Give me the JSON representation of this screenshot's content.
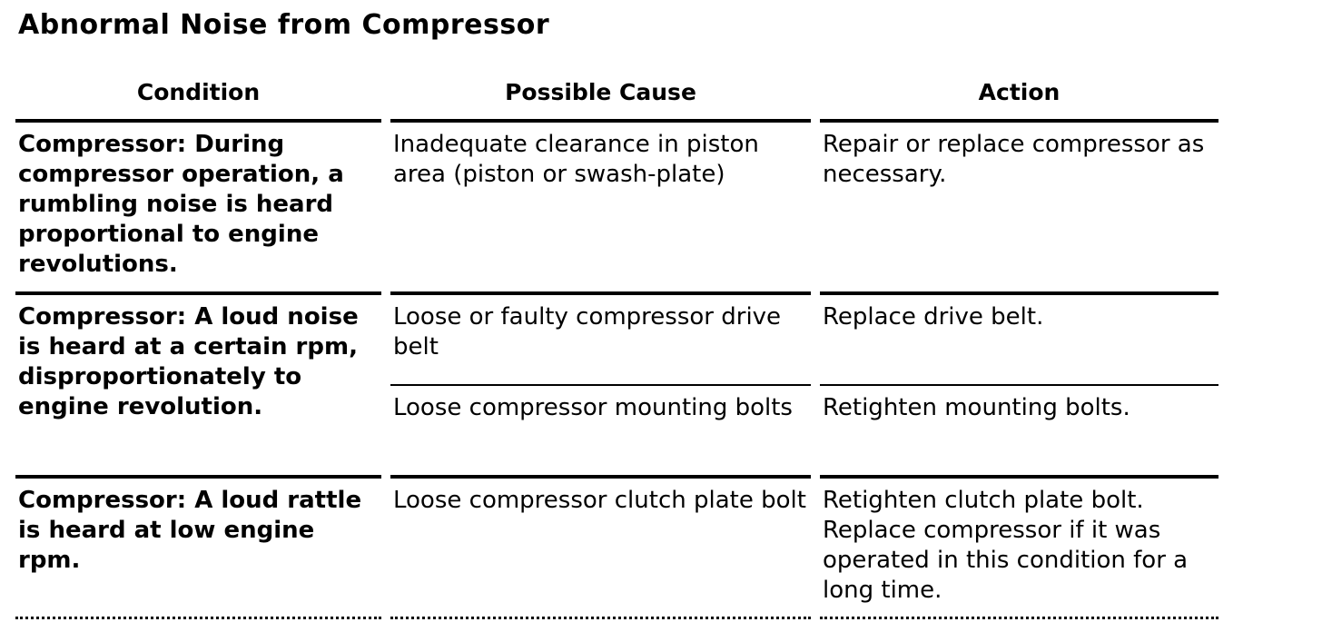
{
  "page_title": "Abnormal Noise from Compressor",
  "table": {
    "headers": {
      "condition": "Condition",
      "possible_cause": "Possible Cause",
      "action": "Action"
    },
    "rows": [
      {
        "condition": "Compressor: During compressor operation, a rumbling noise is heard proportional to engine revolutions.",
        "cause": "Inadequate clearance in piston area (piston or swash-plate)",
        "action": "Repair or replace compressor as necessary."
      },
      {
        "condition": "Compressor: A loud noise is heard at a certain rpm, disproportionately to engine revolution.",
        "sub": [
          {
            "cause": "Loose or faulty compressor drive belt",
            "action": "Replace drive belt."
          },
          {
            "cause": "Loose compressor mounting bolts",
            "action": "Retighten mounting bolts."
          }
        ]
      },
      {
        "condition": "Compressor: A loud rattle is heard at low engine rpm.",
        "cause": "Loose compressor clutch plate bolt",
        "action": "Retighten clutch plate bolt. Replace compressor if it was operated in this condition for a long time."
      }
    ]
  }
}
